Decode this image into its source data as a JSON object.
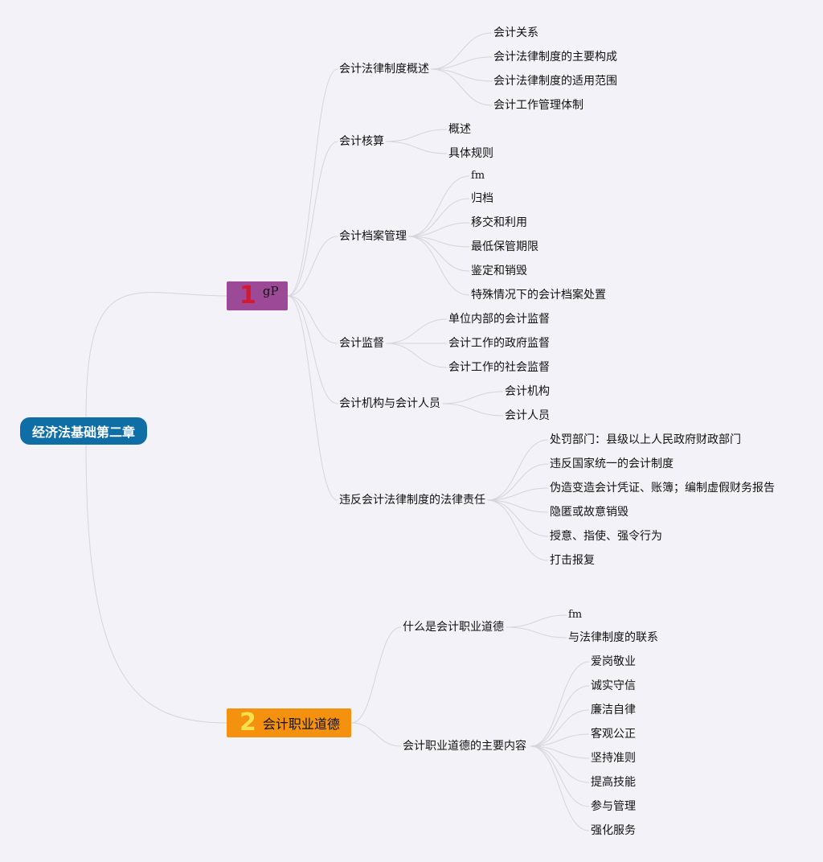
{
  "root": {
    "label": "经济法基础第二章"
  },
  "branch1": {
    "number": "1",
    "label": "gP",
    "color": "#9c4a98",
    "topics": [
      {
        "label": "会计法律制度概述",
        "children": [
          "会计关系",
          "会计法律制度的主要构成",
          "会计法律制度的适用范围",
          "会计工作管理体制"
        ]
      },
      {
        "label": "会计核算",
        "children": [
          "概述",
          "具体规则"
        ]
      },
      {
        "label": "会计档案管理",
        "children": [
          "fm",
          "归档",
          "移交和利用",
          "最低保管期限",
          "鉴定和销毁",
          "特殊情况下的会计档案处置"
        ]
      },
      {
        "label": "会计监督",
        "children": [
          "单位内部的会计监督",
          "会计工作的政府监督",
          "会计工作的社会监督"
        ]
      },
      {
        "label": "会计机构与会计人员",
        "children": [
          "会计机构",
          "会计人员"
        ]
      },
      {
        "label": "违反会计法律制度的法律责任",
        "children": [
          "处罚部门：县级以上人民政府财政部门",
          "违反国家统一的会计制度",
          "伪造变造会计凭证、账簿；编制虚假财务报告",
          "隐匿或故意销毁",
          "授意、指使、强令行为",
          "打击报复"
        ]
      }
    ]
  },
  "branch2": {
    "number": "2",
    "label": "会计职业道德",
    "color": "#f4910f",
    "topics": [
      {
        "label": "什么是会计职业道德",
        "children": [
          "fm",
          "与法律制度的联系"
        ]
      },
      {
        "label": "会计职业道德的主要内容",
        "children": [
          "爱岗敬业",
          "诚实守信",
          "廉洁自律",
          "客观公正",
          "坚持准则",
          "提高技能",
          "参与管理",
          "强化服务"
        ]
      }
    ]
  },
  "colors": {
    "background": "#f3f2f8",
    "root": "#0f6ea5",
    "link": "#d6d4dc"
  }
}
